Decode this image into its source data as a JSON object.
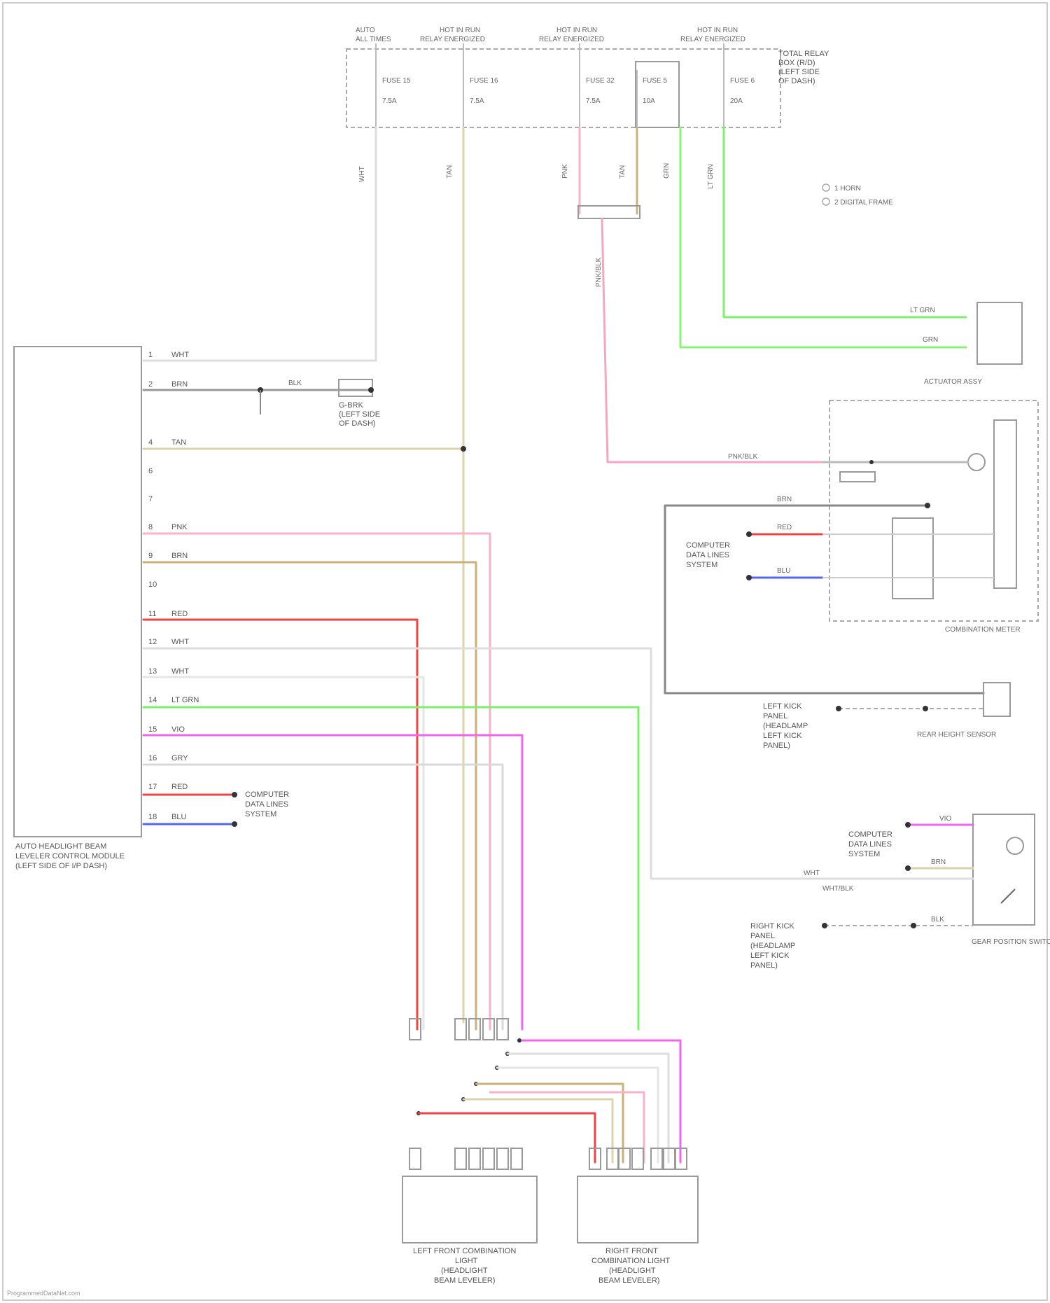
{
  "colors": {
    "wht": "#cfcfcf",
    "tan": "#d9c9a0",
    "pnk": "#f4a6bf",
    "brn": "#c8b48a",
    "red": "#ee4444",
    "grn": "#7ef06e",
    "vio": "#ee66ee",
    "blu": "#5566ee",
    "gry": "#999999",
    "blk": "#555555"
  },
  "components": {
    "module_label": [
      "AUTO HEADLIGHT BEAM",
      "LEVELER CONTROL MODULE",
      "(LEFT SIDE OF I/P DASH)"
    ],
    "fuse_box_label": [
      "TOTAL RELAY",
      "BOX (R/D)",
      "(LEFT SIDE",
      "OF DASH)"
    ],
    "legend": [
      "1 HORN",
      "2 DIGITAL FRAME"
    ],
    "actuator_label": "ACTUATOR ASSY",
    "combination_label": "COMBINATION METER",
    "gear_label": "GEAR POSITION SWITCH",
    "rear_sensor_label": "REAR HEIGHT SENSOR",
    "left_headlight_label": [
      "LEFT FRONT COMBINATION",
      "LIGHT",
      "(HEADLIGHT",
      "BEAM LEVELER)"
    ],
    "right_headlight_label": [
      "RIGHT FRONT",
      "COMBINATION LIGHT",
      "(HEADLIGHT",
      "BEAM LEVELER)"
    ],
    "ground_label": [
      "G-BRK",
      "(LEFT SIDE",
      "OF DASH)"
    ],
    "can_label_1": [
      "COMPUTER",
      "DATA LINES",
      "SYSTEM"
    ],
    "can_label_2": [
      "COMPUTER",
      "DATA LINES",
      "SYSTEM"
    ],
    "can_label_3": [
      "COMPUTER",
      "DATA LINES",
      "SYSTEM"
    ],
    "kick_label_1": [
      "LEFT KICK",
      "PANEL",
      "(HEADLAMP",
      "LEFT KICK",
      "PANEL)"
    ],
    "kick_label_2": [
      "RIGHT KICK",
      "PANEL",
      "(HEADLAMP",
      "LEFT KICK",
      "PANEL)"
    ],
    "watermark": "ProgrammedDataNet.com"
  },
  "fuses": [
    {
      "top": "AUTO",
      "sub": "ALL TIMES",
      "num": "FUSE 15",
      "amp": "7.5A"
    },
    {
      "top": "HOT IN RUN",
      "sub": "RELAY ENERGIZED",
      "num": "FUSE 16",
      "amp": "7.5A"
    },
    {
      "top": "HOT IN RUN",
      "sub": "RELAY ENERGIZED",
      "num": "FUSE 32",
      "amp": "7.5A"
    },
    {
      "top": "",
      "sub": "",
      "num": "FUSE 5",
      "amp": "10A"
    },
    {
      "top": "HOT IN RUN",
      "sub": "RELAY ENERGIZED",
      "num": "FUSE 6",
      "amp": "20A"
    }
  ],
  "module_pins": [
    {
      "n": "1",
      "w": "WHT"
    },
    {
      "n": "2",
      "w": "BRN"
    },
    {
      "n": "4",
      "w": "TAN"
    },
    {
      "n": "6",
      "w": ""
    },
    {
      "n": "7",
      "w": ""
    },
    {
      "n": "8",
      "w": "PNK"
    },
    {
      "n": "9",
      "w": "BRN"
    },
    {
      "n": "10",
      "w": ""
    },
    {
      "n": "11",
      "w": "RED"
    },
    {
      "n": "12",
      "w": "WHT"
    },
    {
      "n": "13",
      "w": "WHT"
    },
    {
      "n": "14",
      "w": "LT GRN"
    },
    {
      "n": "15",
      "w": "VIO"
    },
    {
      "n": "16",
      "w": "GRY"
    },
    {
      "n": "17",
      "w": "RED"
    },
    {
      "n": "18",
      "w": "BLU"
    }
  ],
  "wire_tags": {
    "w1": "WHT",
    "w2": "TAN",
    "w3": "PNK",
    "w4": "TAN",
    "w5": "GRN",
    "w6": "LT GRN",
    "pnk_blk": "PNK/BLK",
    "pnk_blk2": "PNK/BLK",
    "ltgrn": "LT GRN",
    "grn": "GRN",
    "blk": "BLK",
    "brn": "BRN",
    "red": "RED",
    "blu": "BLU",
    "vio": "VIO",
    "brn2": "BRN",
    "wht": "WHT",
    "wht2": "WHT/BLK",
    "blk2": "BLK"
  }
}
